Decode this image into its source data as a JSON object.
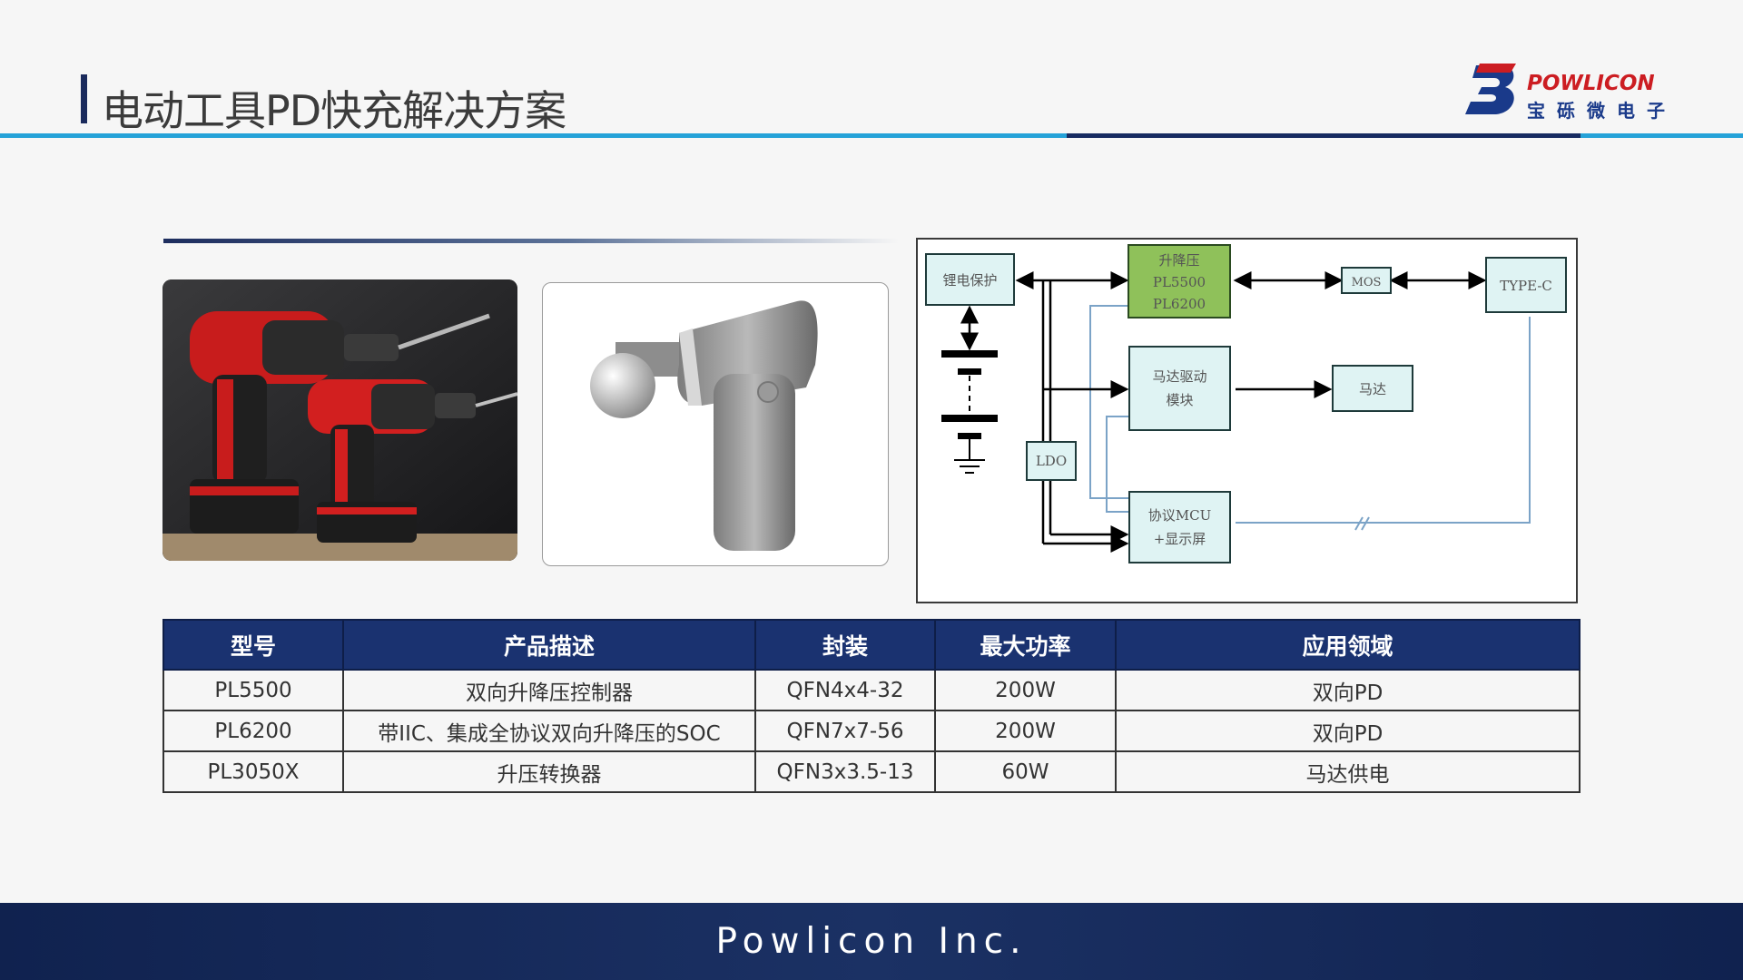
{
  "header": {
    "title": "电动工具PD快充解决方案",
    "logo_en": "POWLICON",
    "logo_cn": "宝砾微电子"
  },
  "images": {
    "drill_icon": "power-drill",
    "massage_gun_icon": "massage-gun"
  },
  "diagram": {
    "blocks": {
      "battery_protect": "锂电保护",
      "buck_boost_l1": "升降压",
      "buck_boost_l2": "PL5500",
      "buck_boost_l3": "PL6200",
      "mos": "MOS",
      "typec": "TYPE-C",
      "motor_driver_l1": "马达驱动",
      "motor_driver_l2": "模块",
      "motor": "马达",
      "ldo": "LDO",
      "mcu_l1": "协议MCU",
      "mcu_l2": "+显示屏"
    }
  },
  "table": {
    "headers": [
      "型号",
      "产品描述",
      "封装",
      "最大功率",
      "应用领域"
    ],
    "rows": [
      [
        "PL5500",
        "双向升降压控制器",
        "QFN4x4-32",
        "200W",
        "双向PD"
      ],
      [
        "PL6200",
        "带IIC、集成全协议双向升降压的SOC",
        "QFN7x7-56",
        "200W",
        "双向PD"
      ],
      [
        "PL3050X",
        "升压转换器",
        "QFN3x3.5-13",
        "60W",
        "马达供电"
      ]
    ]
  },
  "footer": {
    "text": "Powlicon Inc."
  },
  "colors": {
    "accent_blue": "#25a2d8",
    "navy": "#1a3270",
    "footer_navy": "#10224f",
    "logo_red": "#cc1d22",
    "block_green": "#8fc15a",
    "block_cyan": "#dff3f3"
  }
}
